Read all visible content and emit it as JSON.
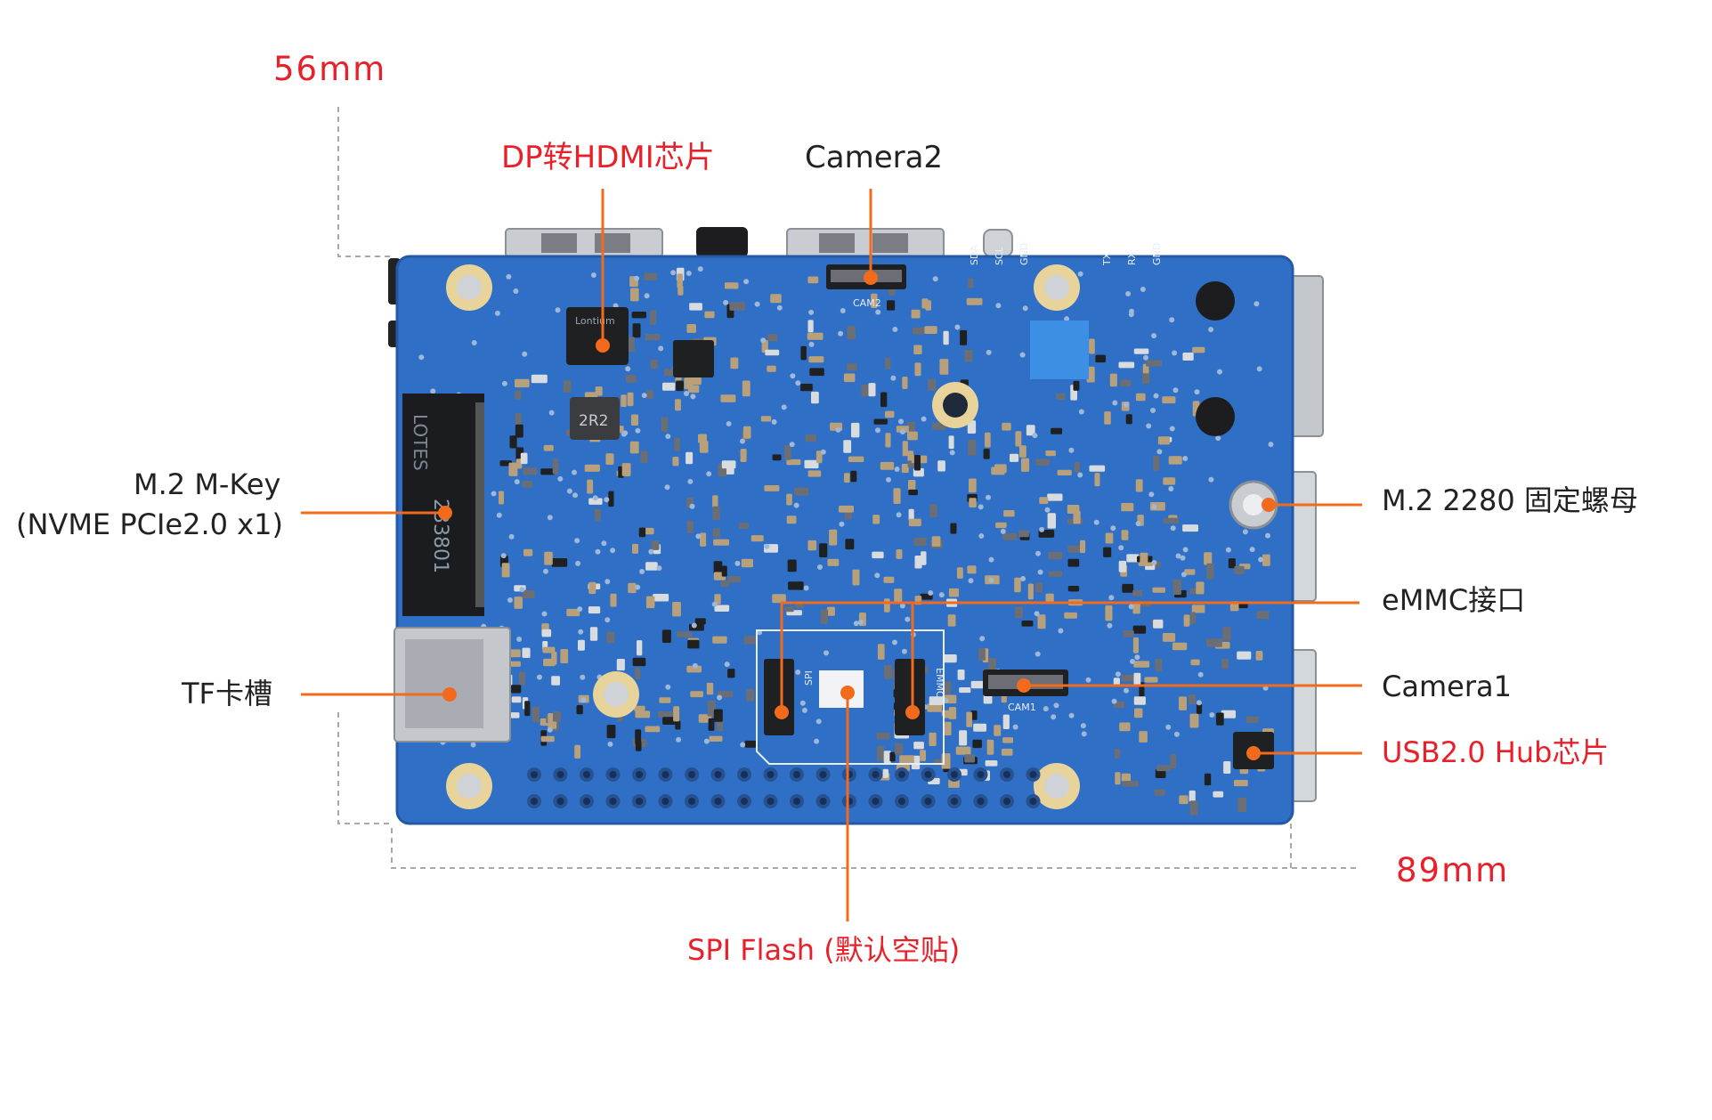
{
  "colors": {
    "accent_orange": "#f26b1d",
    "label_red": "#e8202a",
    "label_dark": "#222222",
    "board_blue": "#2f6fc6",
    "board_edge": "#2459a8",
    "pad_gold": "#e8d49a",
    "dim_line": "#a8a8a8"
  },
  "dimensions": {
    "height": "56mm",
    "width": "89mm"
  },
  "labels": {
    "dp_hdmi": "DP转HDMI芯片",
    "camera2": "Camera2",
    "m2_mkey_line1": "M.2 M-Key",
    "m2_mkey_line2": "(NVME PCIe2.0 x1)",
    "m2_nut": "M.2 2280 固定螺母",
    "emmc": "eMMC接口",
    "tf_slot": "TF卡槽",
    "camera1": "Camera1",
    "usb_hub": "USB2.0 Hub芯片",
    "spi_flash": "SPI Flash (默认空贴)"
  },
  "silkscreen": {
    "cam2": "CAM2",
    "cam1": "CAM1",
    "spi": "SPI",
    "emmc": "EMMC",
    "inductor": "2R2",
    "m2_code": "233801",
    "gpio_top_left": [
      "SDA",
      "SCL",
      "GND"
    ],
    "gpio_top_right": [
      "TX",
      "RX",
      "GND"
    ],
    "m2_vendor": "LOTES",
    "chip_vendor": "Lontium"
  },
  "icons": {
    "callout_marker": "orange-dot-icon"
  }
}
